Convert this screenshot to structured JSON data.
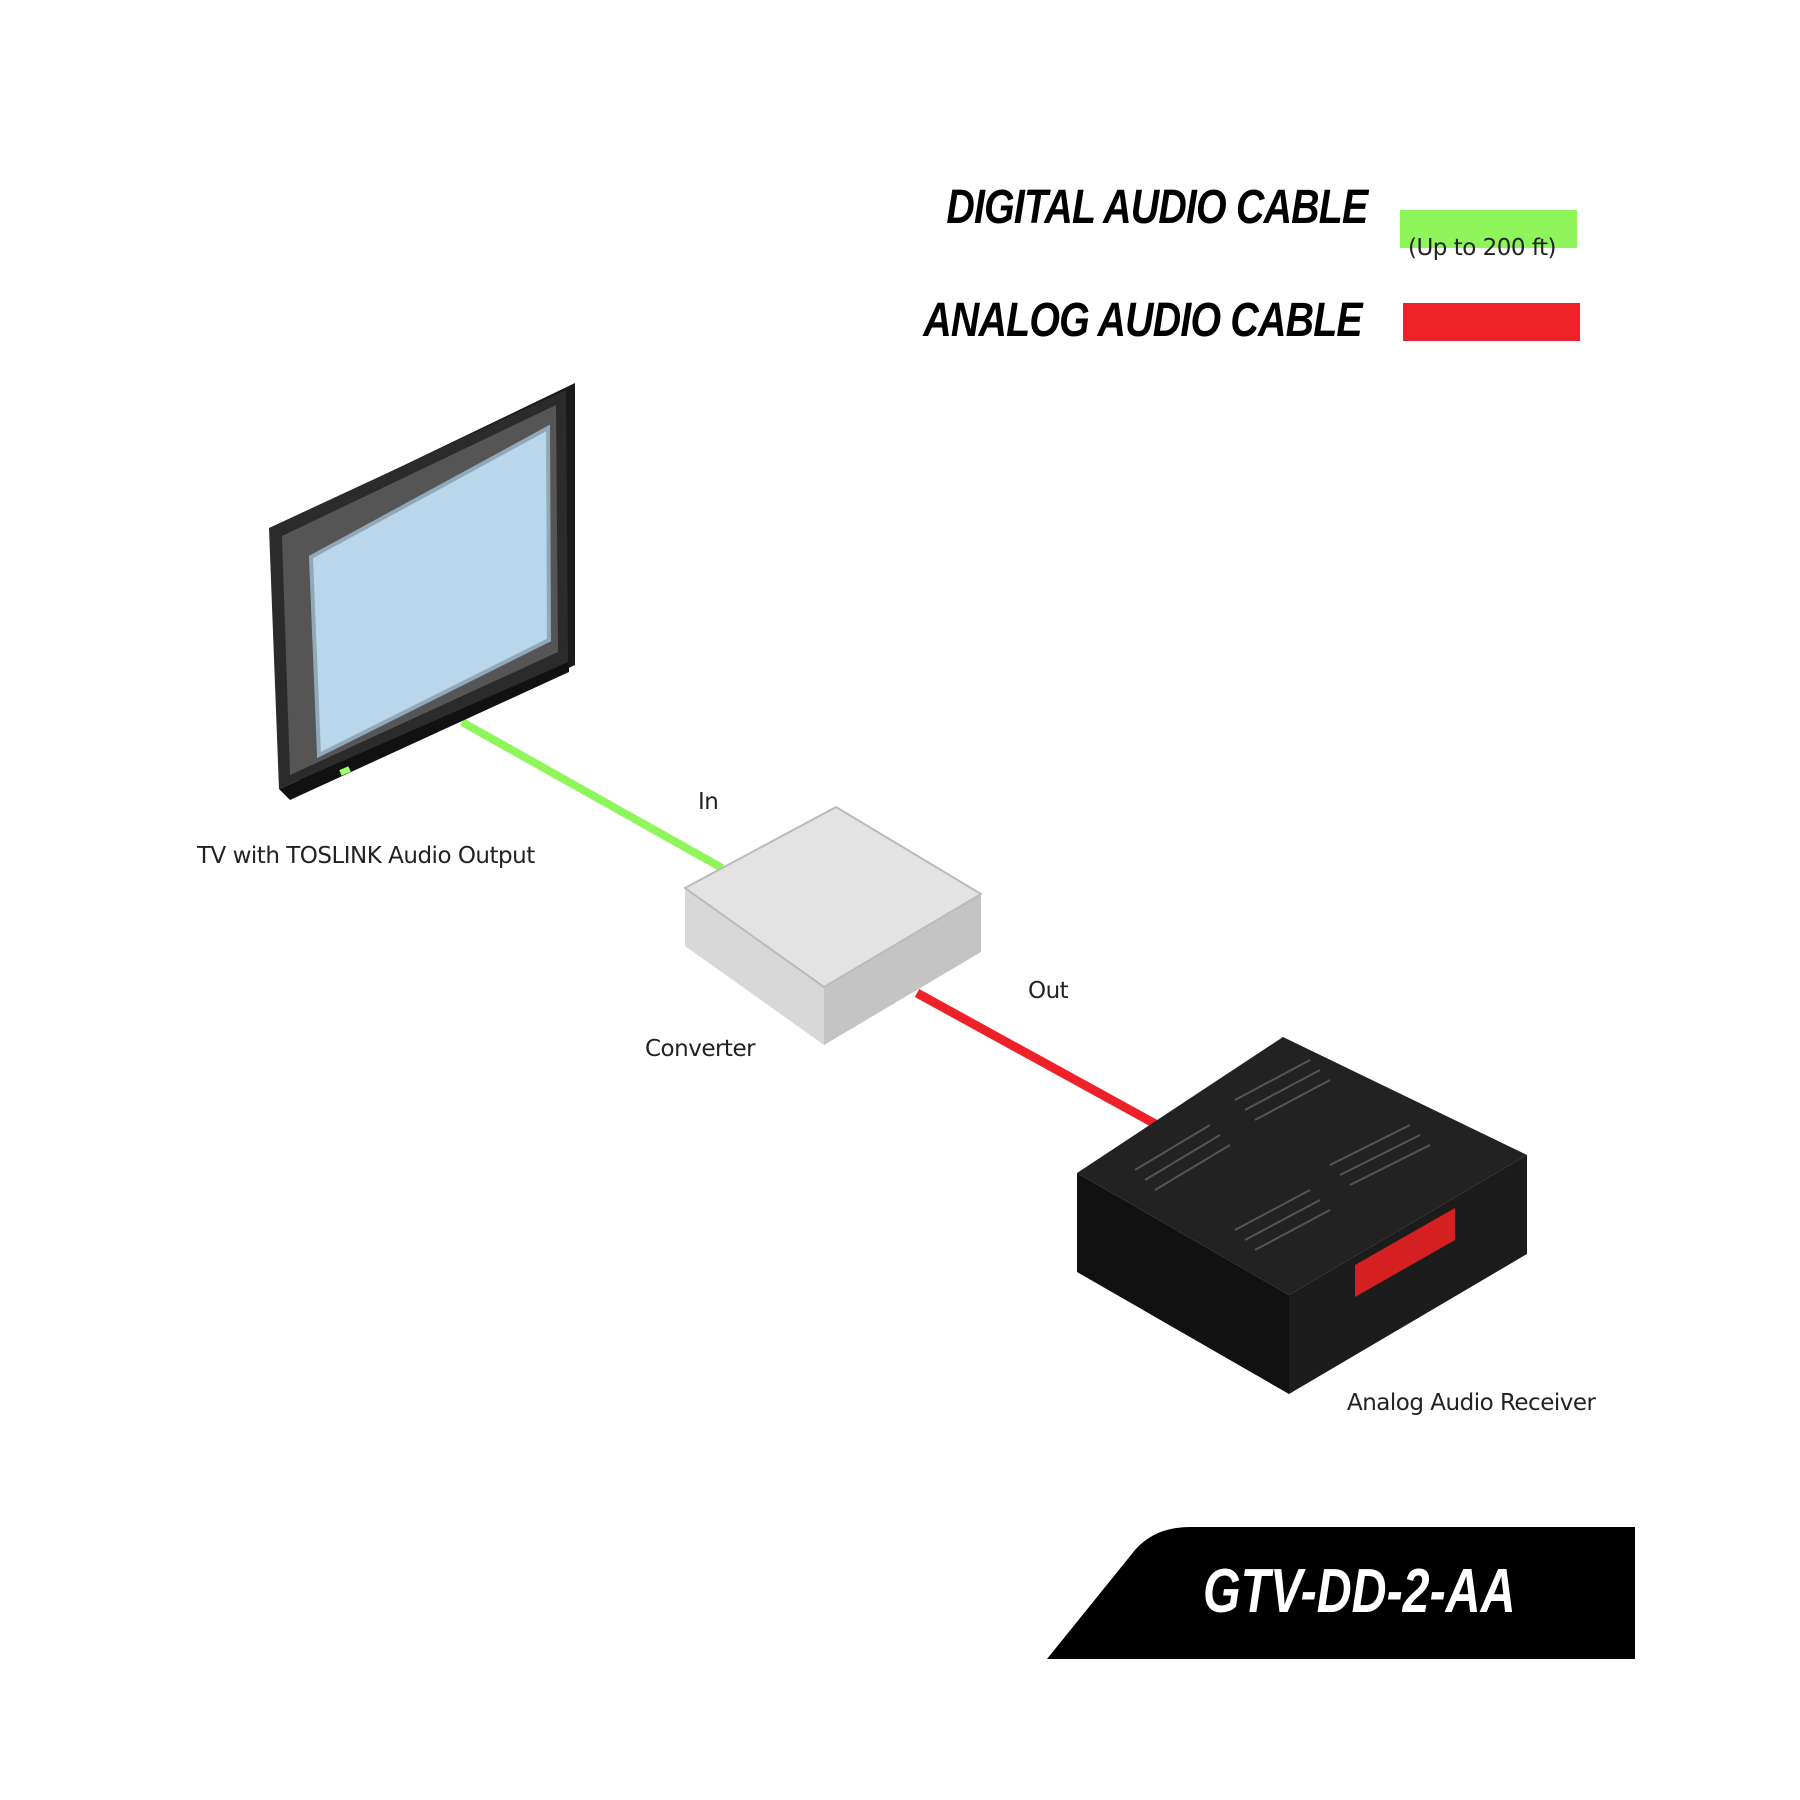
{
  "legend": {
    "digital_label": "DIGITAL AUDIO CABLE",
    "digital_note": "(Up to 200 ft)",
    "digital_color": "#8ef55a",
    "analog_label": "ANALOG AUDIO CABLE",
    "analog_color": "#ee2028"
  },
  "devices": {
    "tv_label": "TV with TOSLINK Audio Output",
    "converter_label": "Converter",
    "converter_in": "In",
    "converter_out": "Out",
    "receiver_label": "Analog Audio Receiver"
  },
  "model": "GTV-DD-2-AA"
}
